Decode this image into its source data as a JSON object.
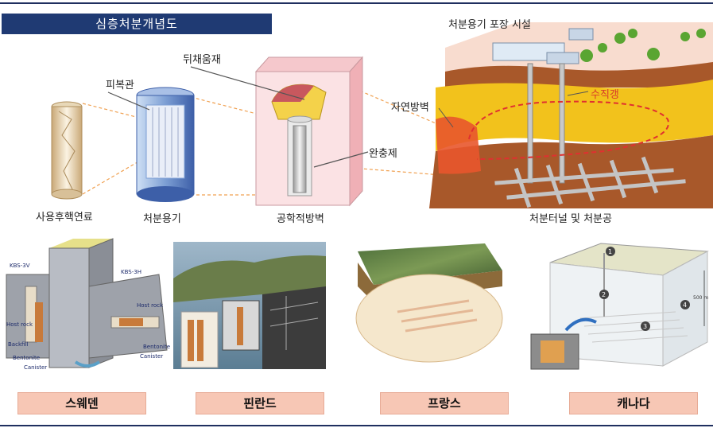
{
  "header": {
    "title": "심층처분개념도"
  },
  "concept_labels": {
    "spent_fuel": "사용후핵연료",
    "cladding": "피복관",
    "container": "처분용기",
    "backfill": "뒤채움재",
    "buffer": "완충제",
    "engineered_barrier": "공학적방벽",
    "packaging_facility": "처분용기 포장 시설",
    "natural_barrier": "자연방벽",
    "shaft": "수직갱",
    "tunnels": "처분터널 및 처분공"
  },
  "sweden_labels": {
    "kbs3v": "KBS-3V",
    "kbs3h": "KBS-3H",
    "host_rock_left": "Host rock",
    "backfill": "Backfill",
    "bentonite_left": "Bentonite",
    "canister_left": "Canister",
    "host_rock_right": "Host rock",
    "bentonite_right": "Bentonite",
    "canister_right": "Canister"
  },
  "canada_labels": {
    "n1": "1",
    "n2": "2",
    "n3": "3",
    "n4": "4",
    "depth": "500 m"
  },
  "countries": [
    "스웨덴",
    "핀란드",
    "프랑스",
    "캐나다"
  ],
  "colors": {
    "title_bg": "#1f3a73",
    "caption_bg": "#f7c7b5",
    "ground_yellow": "#f2c21c",
    "ground_brown": "#a8582a",
    "natural_barrier": "#e8572c"
  }
}
